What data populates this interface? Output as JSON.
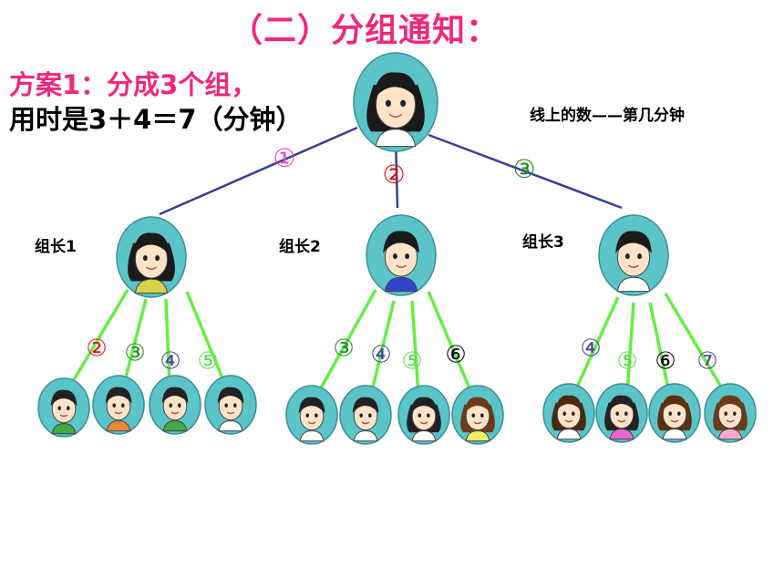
{
  "title": "（二）分组通知：",
  "plan": {
    "line1": "方案1：分成3个组，",
    "line2": "用时是3＋4＝7（分钟）"
  },
  "legend_note": "线上的数——第几分钟",
  "leaders": [
    {
      "label": "组长1"
    },
    {
      "label": "组长2"
    },
    {
      "label": "组长3"
    }
  ],
  "teacher_links": [
    {
      "num": "①",
      "color": "#ee44cc"
    },
    {
      "num": "②",
      "color": "#dd1111"
    },
    {
      "num": "③",
      "color": "#228822"
    }
  ],
  "groups": [
    {
      "links": [
        {
          "num": "②",
          "color": "#dd1111"
        },
        {
          "num": "③",
          "color": "#228822"
        },
        {
          "num": "④",
          "color": "#444499"
        },
        {
          "num": "⑤",
          "color": "#55dd55"
        }
      ]
    },
    {
      "links": [
        {
          "num": "③",
          "color": "#228822"
        },
        {
          "num": "④",
          "color": "#444499"
        },
        {
          "num": "⑤",
          "color": "#55dd55"
        },
        {
          "num": "⑥",
          "color": "#000000"
        }
      ]
    },
    {
      "links": [
        {
          "num": "④",
          "color": "#444499"
        },
        {
          "num": "⑤",
          "color": "#55dd55"
        },
        {
          "num": "⑥",
          "color": "#000000"
        },
        {
          "num": "⑦",
          "color": "#444499"
        }
      ]
    }
  ],
  "colors": {
    "title": "#f0287a",
    "teacher_line": "#3a3d99",
    "member_line": "#66ee44",
    "avatar_fill": "#5bc4c8"
  }
}
